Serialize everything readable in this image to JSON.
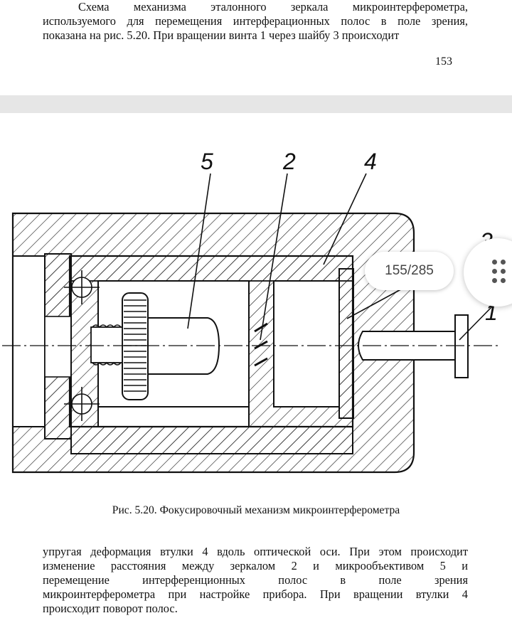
{
  "top_paragraph": {
    "lines": [
      "Схема механизма эталонного зеркала микроинтерферометра,",
      "используемого для перемещения интерферационных полос в поле зрения,",
      "показана на рис. 5.20.  При вращении винта 1 через шайбу 3 происходит"
    ]
  },
  "page_number": "153",
  "figure": {
    "labels": {
      "l5": "5",
      "l2": "2",
      "l4": "4",
      "l1": "1",
      "l3": "3"
    },
    "caption": "Рис. 5.20. Фокусировочный механизм микроинтерферометра"
  },
  "bottom_paragraph": {
    "lines": [
      "упругая деформация втулки 4 вдоль оптической оси. При этом происходит",
      "изменение расстояния между зеркалом 2 и микрообъективом 5 и",
      "перемещение интерференционных полос в поле зрения",
      "микроинтерферометра при настройке прибора. При вращении втулки 4",
      "происходит поворот полос."
    ]
  },
  "viewer": {
    "page_indicator": "155/285",
    "menu_icon": "more-dots-icon"
  }
}
